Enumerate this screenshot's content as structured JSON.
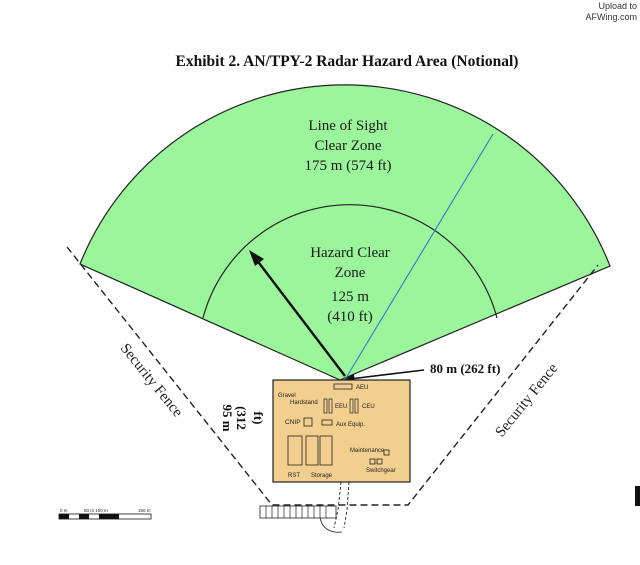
{
  "watermark": {
    "line1": "Upload to",
    "line2": "AFWing.com"
  },
  "title": "Exhibit 2. AN/TPY-2 Radar Hazard Area (Notional)",
  "outer_zone": {
    "line1": "Line of Sight",
    "line2": "Clear Zone",
    "line3": "175 m (574 ft)"
  },
  "inner_zone": {
    "line1": "Hazard Clear",
    "line2": "Zone",
    "line3": "125 m",
    "line4": "(410 ft)"
  },
  "callout_80m": "80 m (262 ft)",
  "fence_left": "Security Fence",
  "fence_right": "Security Fence",
  "dim_95m": {
    "line1": "95 m",
    "line2": "(312",
    "line3": "ft)"
  },
  "site": {
    "gravel": "Gravel",
    "hardstand": "Hardstand",
    "aeu": "AEU",
    "eeu": "EEU",
    "ceu": "CEU",
    "cnip": "CNIP",
    "aux_equip": "Aux Equip.",
    "maintenance": "Maintenance",
    "switchgear": "Switchgear",
    "rst": "RST",
    "storage": "Storage"
  },
  "scale_bar": {
    "left": "0 m",
    "mid": "50 m  100 m",
    "right": "150 m"
  },
  "colors": {
    "outer_zone": "#9bf59b",
    "site_fill": "#f2cf8f",
    "los_line": "#2b7ad0",
    "outline": "#111111"
  }
}
